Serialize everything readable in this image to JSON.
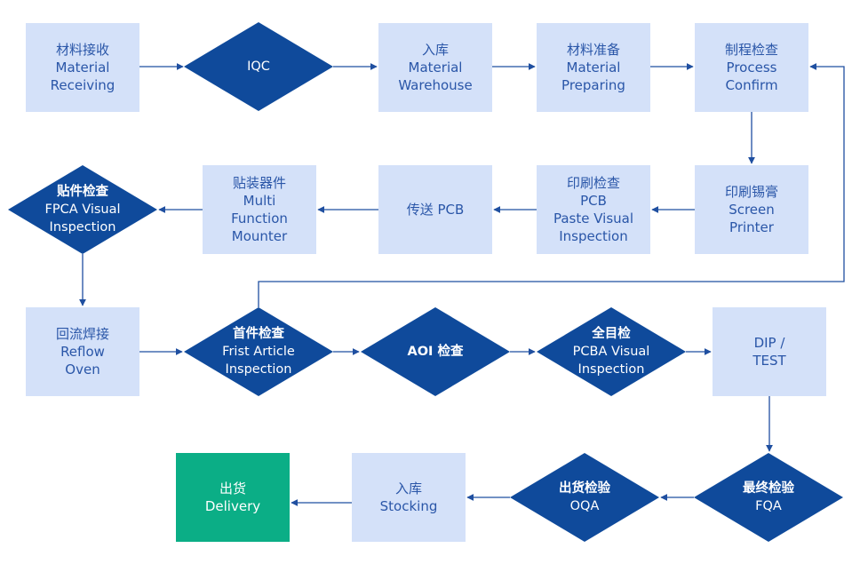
{
  "colors": {
    "box_fill": "#d4e1f9",
    "box_text": "#2a56a8",
    "diamond_fill": "#0f4a9b",
    "diamond_text": "#ffffff",
    "final_fill": "#0bae86",
    "connector": "#1f4fa0"
  },
  "nodes": {
    "material_receiving": [
      "材料接收",
      "Material",
      "Receiving"
    ],
    "iqc": [
      "IQC"
    ],
    "material_warehouse": [
      "入库",
      "Material",
      "Warehouse"
    ],
    "material_preparing": [
      "材料准备",
      "Material",
      "Preparing"
    ],
    "process_confirm": [
      "制程检查",
      "Process",
      "Confirm"
    ],
    "screen_printer": [
      "印刷锡膏",
      "Screen",
      "Printer"
    ],
    "paste_inspection": [
      "印刷检查",
      "PCB",
      "Paste Visual",
      "Inspection"
    ],
    "transfer_pcb": [
      "传送 PCB"
    ],
    "mounter": [
      "贴装器件",
      "Multi",
      "Function",
      "Mounter"
    ],
    "fpca_inspection": [
      "贴件检查",
      "FPCA Visual",
      "Inspection"
    ],
    "reflow_oven": [
      "回流焊接",
      "Reflow",
      "Oven"
    ],
    "first_article": [
      "首件检查",
      "Frist Article",
      "Inspection"
    ],
    "aoi": [
      "AOI 检查"
    ],
    "pcba_inspection": [
      "全目检",
      "PCBA Visual",
      "Inspection"
    ],
    "dip_test": [
      "DIP /",
      "TEST"
    ],
    "fqa": [
      "最终检验",
      "FQA"
    ],
    "oqa": [
      "出货检验",
      "OQA"
    ],
    "stocking": [
      "入库",
      "Stocking"
    ],
    "delivery": [
      "出货",
      "Delivery"
    ]
  }
}
